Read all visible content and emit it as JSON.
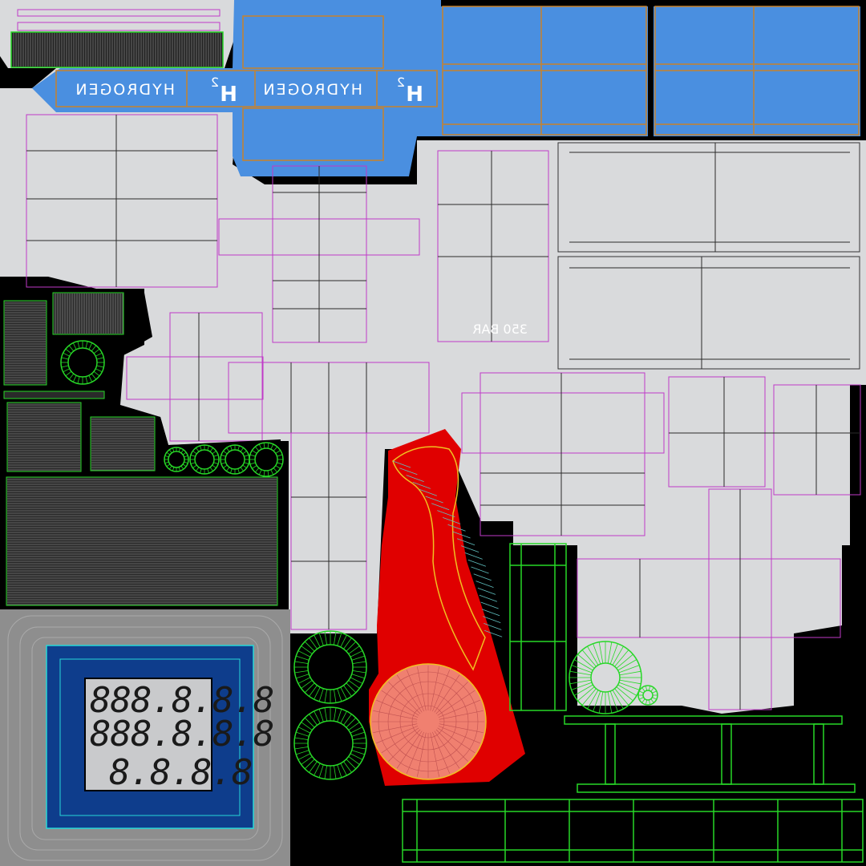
{
  "title": "",
  "labels": {
    "hydrogen": "HYDROGEN",
    "h2_symbol": "H",
    "h2_sub": "2",
    "model_mark": "350 BAR"
  },
  "lcd": {
    "row1": "888.8.8.8",
    "row2": "888.8.8.8",
    "row3": "8.8.8.8"
  },
  "colors": {
    "background": "#000000",
    "canvas_gray": "#d9dadc",
    "blue_panel": "#4a8fe0",
    "red_nozzle": "#e00000",
    "wire_green": "#27d827",
    "wire_magenta": "#c03ac8",
    "wire_orange": "#c8822b",
    "screen_blue": "#0e3d8c",
    "lcd_gray": "#c9cacc"
  }
}
